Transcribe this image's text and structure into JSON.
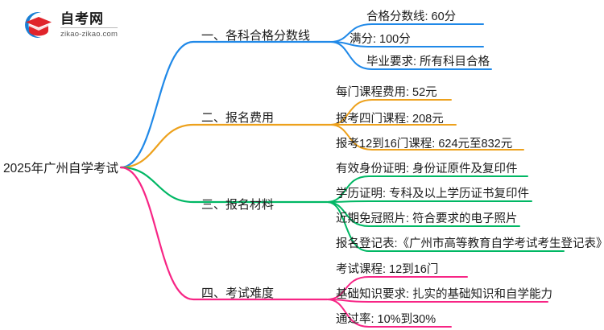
{
  "logo": {
    "icon": "graduation-cap-logo-icon",
    "title": "自考网",
    "subtitle": "zikao-zikao.com",
    "arc_color": "#1a7fd4",
    "cap_color": "#e0242b"
  },
  "mindmap": {
    "root": {
      "label": "2025年广州自学考试"
    },
    "branches": [
      {
        "label": "一、各科合格分数线",
        "color": "#2089e8",
        "children": [
          {
            "label": "合格分数线: 60分"
          },
          {
            "label": "满分: 100分"
          },
          {
            "label": "毕业要求: 所有科目合格"
          }
        ]
      },
      {
        "label": "二、报名费用",
        "color": "#eda11c",
        "children": [
          {
            "label": "每门课程费用: 52元"
          },
          {
            "label": "报考四门课程: 208元"
          },
          {
            "label": "报考12到16门课程: 624元至832元"
          }
        ]
      },
      {
        "label": "三、报名材料",
        "color": "#00b764",
        "children": [
          {
            "label": "有效身份证明: 身份证原件及复印件"
          },
          {
            "label": "学历证明: 专科及以上学历证书复印件"
          },
          {
            "label": "近期免冠照片: 符合要求的电子照片"
          },
          {
            "label": "报名登记表:《广州市高等教育自学考试考生登记表》"
          }
        ]
      },
      {
        "label": "四、考试难度",
        "color": "#f72585",
        "children": [
          {
            "label": "考试课程: 12到16门"
          },
          {
            "label": "基础知识要求: 扎实的基础知识和自学能力"
          },
          {
            "label": "通过率: 10%到30%"
          }
        ]
      }
    ]
  }
}
